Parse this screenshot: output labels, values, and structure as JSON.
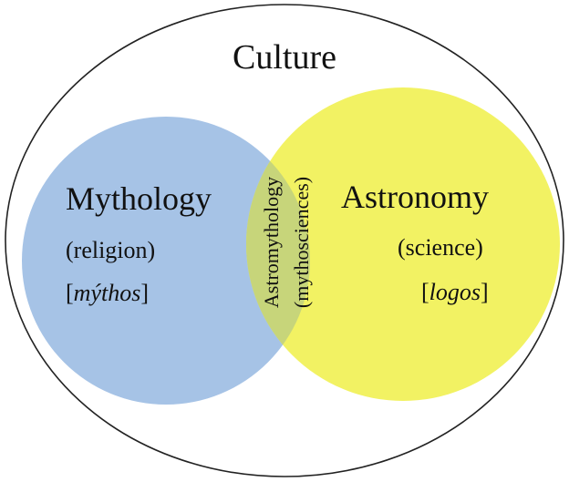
{
  "diagram": {
    "outer": {
      "label": "Culture"
    },
    "left": {
      "title": "Mythology",
      "subtitle": "(religion)",
      "term_prefix": "[",
      "term": "mýthos",
      "term_suffix": "]",
      "color": "#a6c3e6"
    },
    "right": {
      "title": "Astronomy",
      "subtitle": "(science)",
      "term_prefix": "[",
      "term": "logos",
      "term_suffix": "]",
      "color": "#f2f263"
    },
    "overlap": {
      "line1": "Astromythology",
      "line2": "(mythosciences)",
      "color": "#c7d57a"
    }
  }
}
